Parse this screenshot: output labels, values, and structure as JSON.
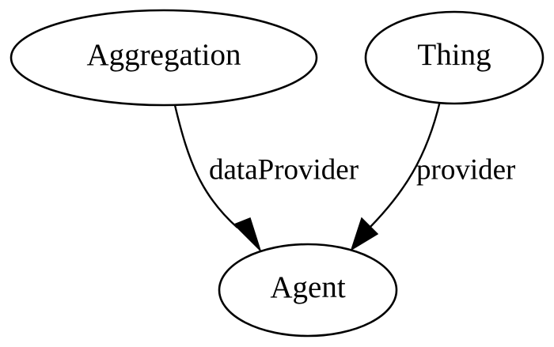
{
  "diagram": {
    "nodes": {
      "aggregation": {
        "label": "Aggregation"
      },
      "thing": {
        "label": "Thing"
      },
      "agent": {
        "label": "Agent"
      }
    },
    "edges": {
      "aggregation_to_agent": {
        "from": "Aggregation",
        "to": "Agent",
        "label": "dataProvider"
      },
      "thing_to_agent": {
        "from": "Thing",
        "to": "Agent",
        "label": "provider"
      }
    }
  }
}
